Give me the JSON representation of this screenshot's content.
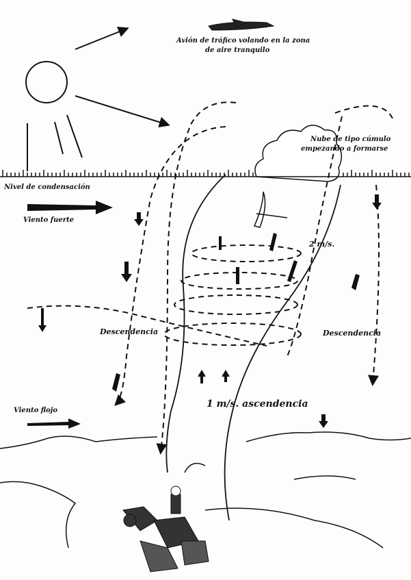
{
  "labels": {
    "plane_line1": "Avión de tráfico volando en la zona",
    "plane_line2": "de aire tranquilo",
    "cloud_line1": "Nube de tipo cúmulo",
    "cloud_line2": "empezando a formarse",
    "condensation": "Nivel de condensación",
    "strong_wind": "Viento fuerte",
    "weak_wind": "Viento flojo",
    "descent_left": "Descendencia",
    "descent_right": "Descendencia",
    "rate_top": "2 m/s.",
    "rate_bottom": "1 m/s. ascendencia"
  },
  "colors": {
    "ink": "#111111",
    "paper": "#fdfdfb"
  }
}
